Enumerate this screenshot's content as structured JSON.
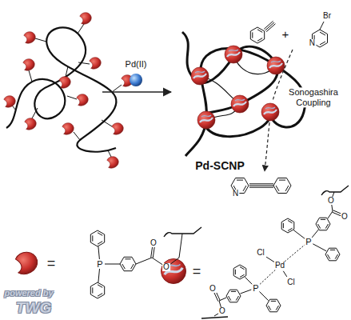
{
  "diagram": {
    "labels": [
      "Pd(II)",
      "+",
      "Br",
      "N",
      "Sonogashira Coupling",
      "Pd-SCNP",
      "N",
      "=",
      "P",
      "O",
      "O",
      "=",
      "Cl",
      "Pd",
      "Cl",
      "P",
      "O",
      "O",
      "P",
      "O",
      "O",
      "powered by",
      "TWG"
    ]
  }
}
